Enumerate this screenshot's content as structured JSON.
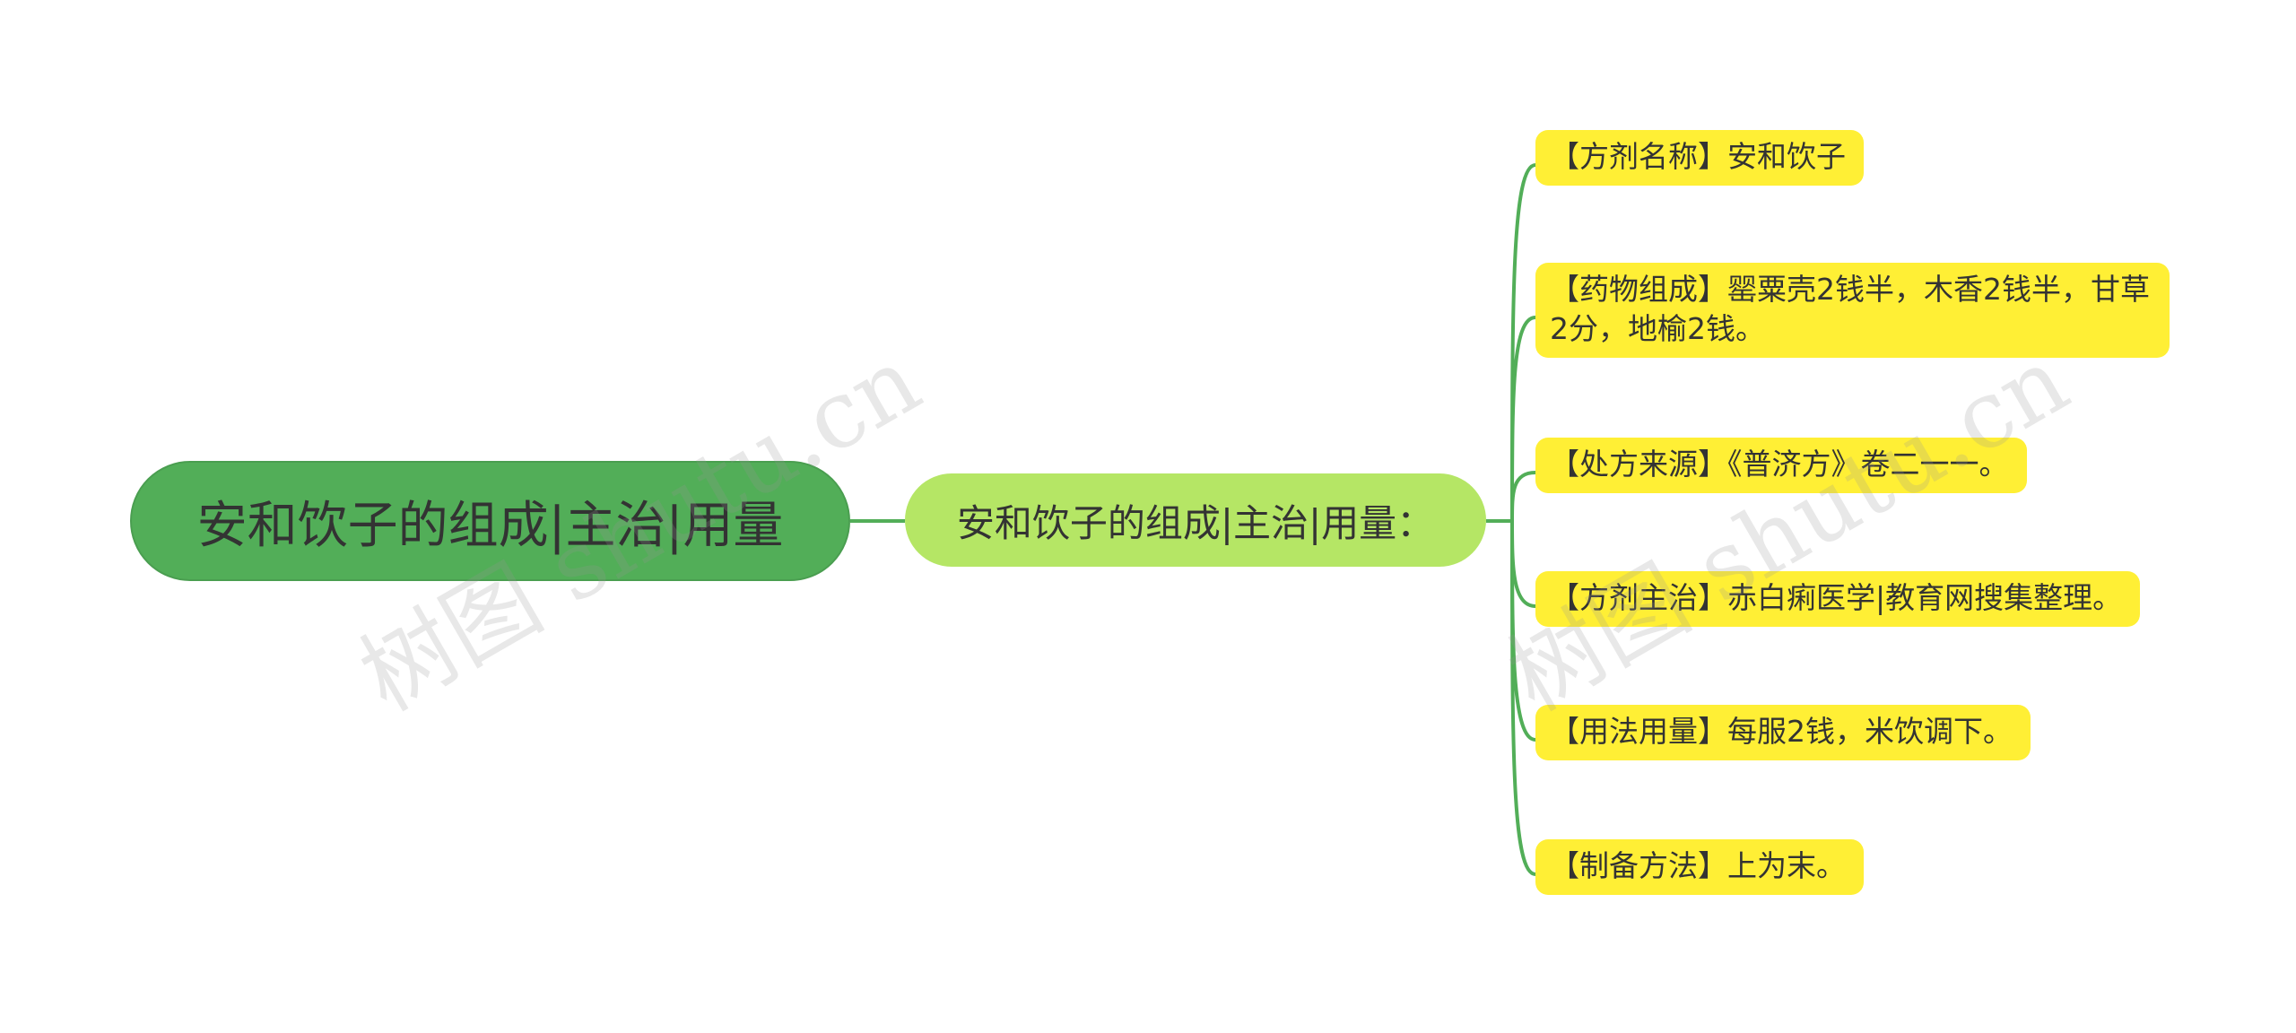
{
  "mindmap": {
    "root": {
      "label": "安和饮子的组成|主治|用量"
    },
    "branch": {
      "label": "安和饮子的组成|主治|用量："
    },
    "leaves": [
      {
        "label": "【方剂名称】安和饮子"
      },
      {
        "label": "【药物组成】罂粟壳2钱半，木香2钱半，甘草2分，地榆2钱。"
      },
      {
        "label": "【处方来源】《普济方》卷二一一。"
      },
      {
        "label": "【方剂主治】赤白痢医学|教育网搜集整理。"
      },
      {
        "label": "【用法用量】每服2钱，米饮调下。"
      },
      {
        "label": "【制备方法】上为末。"
      }
    ]
  },
  "watermark": {
    "text": "树图 shutu.cn"
  },
  "colors": {
    "root_fill": "#52ae58",
    "branch_fill": "#b5e665",
    "leaf_fill": "#ffef35",
    "connector": "#52ae58",
    "text": "#333333"
  }
}
